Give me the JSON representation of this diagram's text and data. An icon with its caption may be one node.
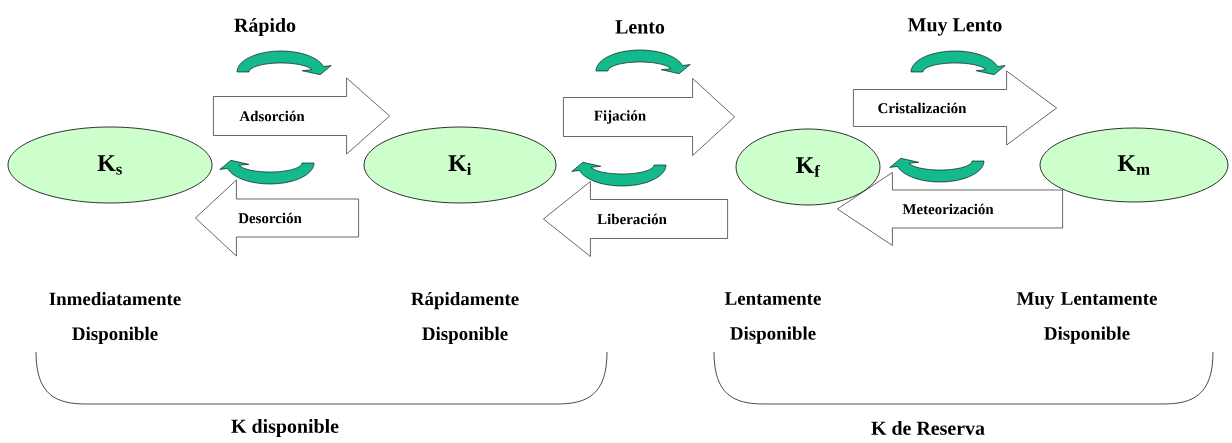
{
  "diagram": {
    "nodes": [
      {
        "text": [
          "K$_{s}$"
        ]
      },
      {
        "text": [
          "K$_{i}$"
        ]
      },
      {
        "text": [
          "K$_{f}$"
        ]
      },
      {
        "text": [
          "K$_{m}$"
        ]
      }
    ],
    "edges": [
      {
        "from": 0,
        "to": 1,
        "arrow": "to",
        "label": "Adsorción"
      },
      {
        "from": 1,
        "to": 0,
        "arrow": "to",
        "label": "Desorción"
      },
      {
        "from": 1,
        "to": 2,
        "arrow": "to",
        "label": "Fijación"
      },
      {
        "from": 2,
        "to": 1,
        "arrow": "to",
        "label": "Liberación"
      },
      {
        "from": 2,
        "to": 3,
        "arrow": "to",
        "label": "Cristalización"
      },
      {
        "from": 3,
        "to": 2,
        "arrow": "to",
        "label": "Meteorización"
      }
    ],
    "labels": [
      "Rápido",
      "Lento",
      "Muy Lento",
      "Inmediatamente Disponible",
      "Rápidamente Disponible",
      "Lentamente Disponible",
      "Muy Lentamente Disponible",
      "K disponible",
      "K de Reserva"
    ]
  }
}
